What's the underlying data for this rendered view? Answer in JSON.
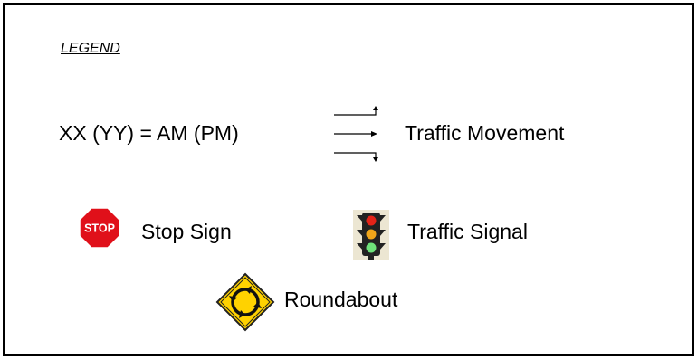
{
  "legend": {
    "title": "LEGEND",
    "am_pm_note": "XX (YY) = AM (PM)",
    "items": [
      {
        "icon": "traffic-movement-arrows-icon",
        "label": "Traffic Movement"
      },
      {
        "icon": "stop-sign-icon",
        "icon_text": "STOP",
        "label": "Stop Sign",
        "color": "#e0101a"
      },
      {
        "icon": "traffic-signal-icon",
        "label": "Traffic Signal"
      },
      {
        "icon": "roundabout-sign-icon",
        "label": "Roundabout",
        "color": "#ffd200"
      }
    ]
  }
}
